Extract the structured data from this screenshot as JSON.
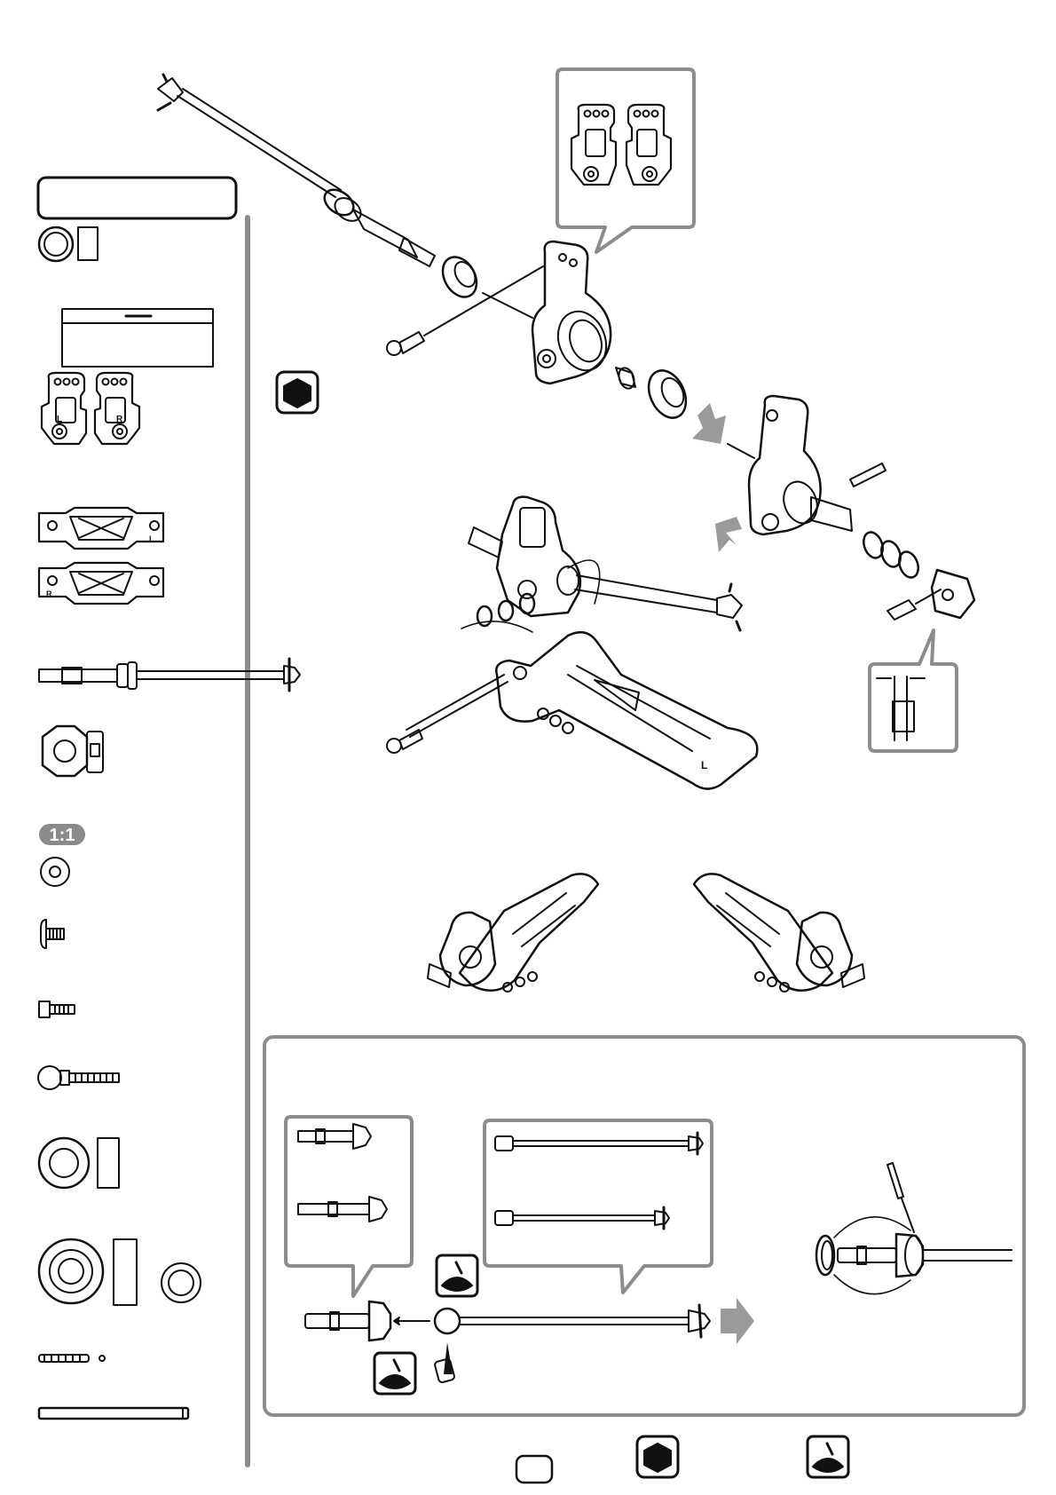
{
  "parts_panel": {
    "scale_badge": "1:1",
    "side_labels": {
      "left": "L",
      "right": "R"
    }
  },
  "assembly": {
    "arm_side_label": "L"
  },
  "colors": {
    "line": "#111111",
    "panel_border": "#8c8c8c",
    "arrow_gray": "#9a9a9a",
    "badge_gray": "#8a8a8a"
  },
  "icons": [
    "hex-wrench-icon",
    "grease-icon",
    "direction-arrow-icon"
  ]
}
